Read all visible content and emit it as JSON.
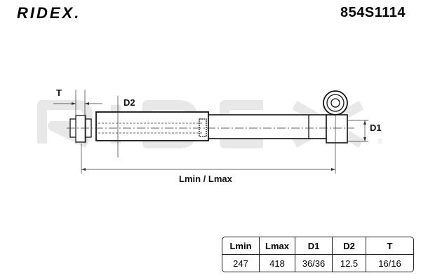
{
  "brand": "RIDEX.",
  "part_number": "854S1114",
  "watermark": "RIDEX",
  "diagram": {
    "label_T": "T",
    "label_D2": "D2",
    "label_D1": "D1",
    "label_length": "Lmin / Lmax",
    "registered": "®"
  },
  "specs": {
    "headers": [
      "Lmin",
      "Lmax",
      "D1",
      "D2",
      "T"
    ],
    "values": [
      "247",
      "418",
      "36/36",
      "12.5",
      "16/16"
    ]
  }
}
